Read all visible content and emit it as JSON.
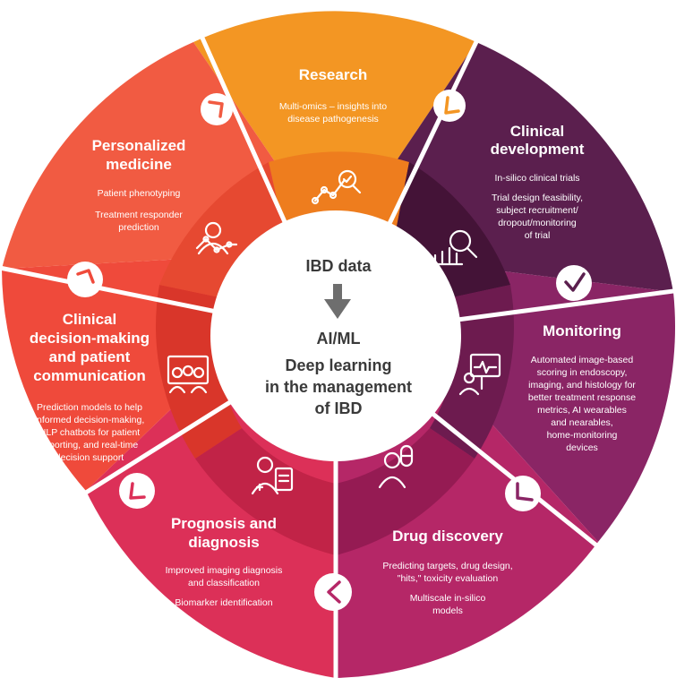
{
  "colors": {
    "research": "#F39623",
    "research_inner": "#EE7D1E",
    "clinical_dev": "#5B1F4E",
    "clinical_dev_inner": "#441337",
    "monitoring": "#8A2565",
    "monitoring_inner": "#6D1B4F",
    "drug_discovery": "#B52767",
    "drug_discovery_inner": "#951B53",
    "prognosis": "#DC3058",
    "prognosis_inner": "#C12347",
    "decision": "#EF4A3B",
    "decision_inner": "#D9362A",
    "personalized": "#F15B42",
    "personalized_inner": "#E64931",
    "center_text": "#3A3A3A",
    "arrow": "#6E6E6E"
  },
  "center": {
    "line1": "IBD data",
    "line2": "AI/ML",
    "line3": "Deep learning",
    "line4": "in the management",
    "line5": "of IBD"
  },
  "segments": {
    "research": {
      "title": "Research",
      "desc1": "Multi-omics – insights into",
      "desc2": "disease pathogenesis",
      "icon": "line-chart-magnifier-icon"
    },
    "clinical_development": {
      "title1": "Clinical",
      "title2": "development",
      "desc1": "In-silico clinical trials",
      "desc2": "Trial design feasibility,",
      "desc3": "subject recruitment/",
      "desc4": "dropout/monitoring",
      "desc5": "of trial",
      "icon": "bar-chart-magnifier-icon"
    },
    "monitoring": {
      "title": "Monitoring",
      "desc1": "Automated image-based",
      "desc2": "scoring in endoscopy,",
      "desc3": "imaging, and histology for",
      "desc4": "better treatment response",
      "desc5": "metrics, AI wearables",
      "desc6": "and nearables,",
      "desc7": "home-monitoring",
      "desc8": "devices",
      "icon": "patient-monitor-icon"
    },
    "drug_discovery": {
      "title": "Drug discovery",
      "desc1": "Predicting targets, drug design,",
      "desc2": "\"hits,\" toxicity evaluation",
      "desc3": "Multiscale in-silico",
      "desc4": "models",
      "icon": "scientist-capsule-icon"
    },
    "prognosis": {
      "title1": "Prognosis and",
      "title2": "diagnosis",
      "desc1": "Improved imaging diagnosis",
      "desc2": "and classification",
      "desc3": "Biomarker identification",
      "icon": "doctor-clipboard-icon"
    },
    "decision": {
      "title1": "Clinical",
      "title2": "decision-making",
      "title3": "and patient",
      "title4": "communication",
      "desc1": "Prediction models to help",
      "desc2": "informed decision-making,",
      "desc3": "NLP chatbots for patient",
      "desc4": "reporting, and real-time",
      "desc5": "decision support",
      "icon": "presentation-group-icon"
    },
    "personalized": {
      "title1": "Personalized",
      "title2": "medicine",
      "desc1": "Patient phenotyping",
      "desc2": "Treatment responder",
      "desc3": "prediction",
      "icon": "person-analytics-icon"
    }
  }
}
